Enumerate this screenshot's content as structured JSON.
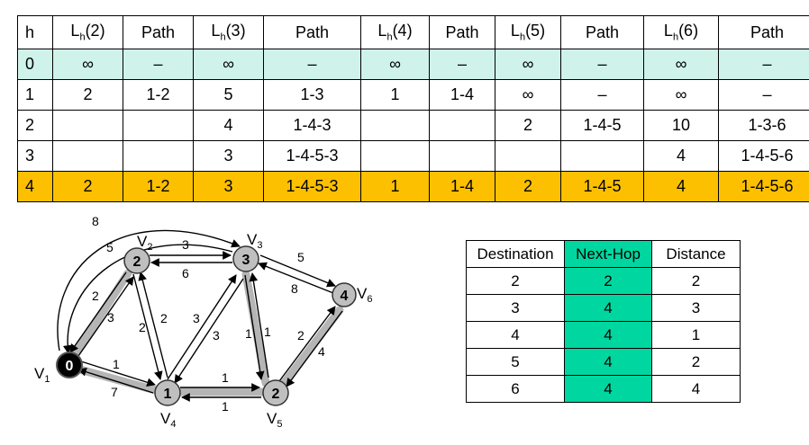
{
  "bf_table": {
    "headers": [
      {
        "main": "h",
        "sub": ""
      },
      {
        "main": "L",
        "sub": "h",
        "arg": "(2)"
      },
      {
        "main": "Path",
        "sub": ""
      },
      {
        "main": "L",
        "sub": "h",
        "arg": "(3)"
      },
      {
        "main": "Path",
        "sub": ""
      },
      {
        "main": "L",
        "sub": "h",
        "arg": "(4)"
      },
      {
        "main": "Path",
        "sub": ""
      },
      {
        "main": "L",
        "sub": "h",
        "arg": "(5)"
      },
      {
        "main": "Path",
        "sub": ""
      },
      {
        "main": "L",
        "sub": "h",
        "arg": "(6)"
      },
      {
        "main": "Path",
        "sub": ""
      }
    ],
    "rows": [
      [
        "0",
        "∞",
        "–",
        "∞",
        "–",
        "∞",
        "–",
        "∞",
        "–",
        "∞",
        "–"
      ],
      [
        "1",
        "2",
        "1-2",
        "5",
        "1-3",
        "1",
        "1-4",
        "∞",
        "–",
        "∞",
        "–"
      ],
      [
        "2",
        "",
        "",
        "4",
        "1-4-3",
        "",
        "",
        "2",
        "1-4-5",
        "10",
        "1-3-6"
      ],
      [
        "3",
        "",
        "",
        "3",
        "1-4-5-3",
        "",
        "",
        "",
        "",
        "4",
        "1-4-5-6"
      ],
      [
        "4",
        "2",
        "1-2",
        "3",
        "1-4-5-3",
        "1",
        "1-4",
        "2",
        "1-4-5",
        "4",
        "1-4-5-6"
      ]
    ],
    "colors": {
      "initial_row": "#cff3ea",
      "final_row": "#fcc000"
    }
  },
  "routing_table": {
    "headers": [
      "Destination",
      "Next-Hop",
      "Distance"
    ],
    "rows": [
      [
        "2",
        "2",
        "2"
      ],
      [
        "3",
        "4",
        "3"
      ],
      [
        "4",
        "4",
        "1"
      ],
      [
        "5",
        "4",
        "2"
      ],
      [
        "6",
        "4",
        "4"
      ]
    ],
    "colors": {
      "next_hop": "#00d7a0"
    }
  },
  "graph": {
    "nodes": [
      {
        "id": "1",
        "value": "0",
        "label": "V",
        "sub": "1"
      },
      {
        "id": "2",
        "value": "2",
        "label": "V",
        "sub": "2"
      },
      {
        "id": "3",
        "value": "3",
        "label": "V",
        "sub": "3"
      },
      {
        "id": "4",
        "value": "1",
        "label": "V",
        "sub": "4"
      },
      {
        "id": "5",
        "value": "2",
        "label": "V",
        "sub": "5"
      },
      {
        "id": "6",
        "value": "4",
        "label": "V",
        "sub": "6"
      }
    ],
    "edge_weights": {
      "e1_3_long": "8",
      "e3_1_long": "5",
      "e1_2_a": "2",
      "e1_2_b": "3",
      "e2_3_top": "3",
      "e2_3_bottom": "6",
      "e3_6_top": "5",
      "e3_6_bottom": "8",
      "e2_4_a": "2",
      "e2_4_b": "2",
      "e4_3_a": "3",
      "e4_3_b": "3",
      "e3_5_a": "1",
      "e3_5_b": "1",
      "e5_6_a": "2",
      "e5_6_b": "4",
      "e1_4_top": "1",
      "e1_4_bottom": "7",
      "e4_5_top": "1",
      "e4_5_bottom": "1"
    },
    "colors": {
      "source_node": "#000000",
      "node": "#bfbfbf",
      "path_highlight": "#b0b0b0"
    }
  }
}
